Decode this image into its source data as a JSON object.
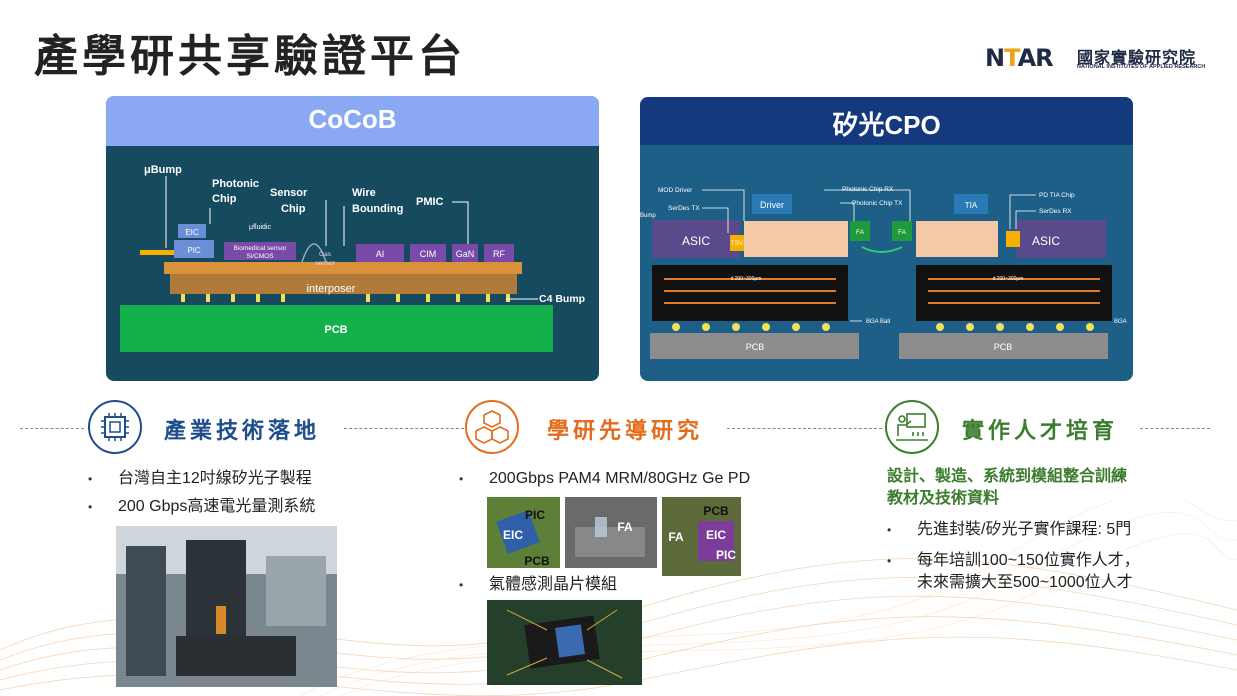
{
  "page_title": "產學研共享驗證平台",
  "logo": {
    "mark_left": "N",
    "mark_mid": "T",
    "mark_right": "AR",
    "name_cn": "國家實驗研究院",
    "name_en": "NATIONAL INSTITUTES OF APPLIED RESEARCH"
  },
  "cocob": {
    "title": "CoCoB",
    "labels": {
      "ubump": "μBump",
      "photonic": "Photonic",
      "chip1": "Chip",
      "sensor": "Sensor",
      "chip2": "Chip",
      "wire": "Wire",
      "bounding": "Bounding",
      "pmic": "PMIC",
      "eic": "EIC",
      "pic": "PIC",
      "ufluidic": "μfluidic",
      "bio1": "Biomedical sensor",
      "bio2": "Si/CMOS",
      "gas1": "Gas",
      "gas2": "sensor",
      "ai": "AI",
      "cim": "CIM",
      "gan": "GaN",
      "rf": "RF",
      "interposer": "interposer",
      "c4": "C4 Bump",
      "pcb": "PCB"
    }
  },
  "cpo": {
    "title": "矽光CPO",
    "labels": {
      "mod_driver": "MOD Driver",
      "serdes_tx": "SerDes TX",
      "bump": "Bump",
      "asic": "ASIC",
      "tsv": "TSV",
      "driver": "Driver",
      "rx": "Photonic Chip RX",
      "tx": "Photonic Chip TX",
      "fa": "FA",
      "tia": "TIA",
      "pd_tia": "PD TIA Chip",
      "serdes_rx": "SerDes RX",
      "d200": "d 200~300μm",
      "bga_ball": "BGA Ball",
      "bga": "BGA",
      "pcb": "PCB"
    }
  },
  "sections": [
    {
      "title": "產業技術落地",
      "color": "#1f4e8c",
      "bullets": [
        "台灣自主12吋線矽光子製程",
        "200 Gbps高速電光量測系統"
      ]
    },
    {
      "title": "學研先導研究",
      "color": "#e36c1c",
      "bullets": [
        "200Gbps PAM4 MRM/80GHz Ge PD",
        "氣體感測晶片模組"
      ],
      "photo_labels": [
        "PIC",
        "EIC",
        "PCB",
        "FA",
        "PCB",
        "FA",
        "EIC",
        "PIC"
      ]
    },
    {
      "title": "實作人才培育",
      "color": "#3b7d2d",
      "subtitle": [
        "設計、製造、系統到模組整合訓練",
        "教材及技術資料"
      ],
      "bullets": [
        "先進封裝/矽光子實作課程: 5門",
        "每年培訓100~150位實作人才，",
        "未來需擴大至500~1000位人才"
      ]
    }
  ]
}
